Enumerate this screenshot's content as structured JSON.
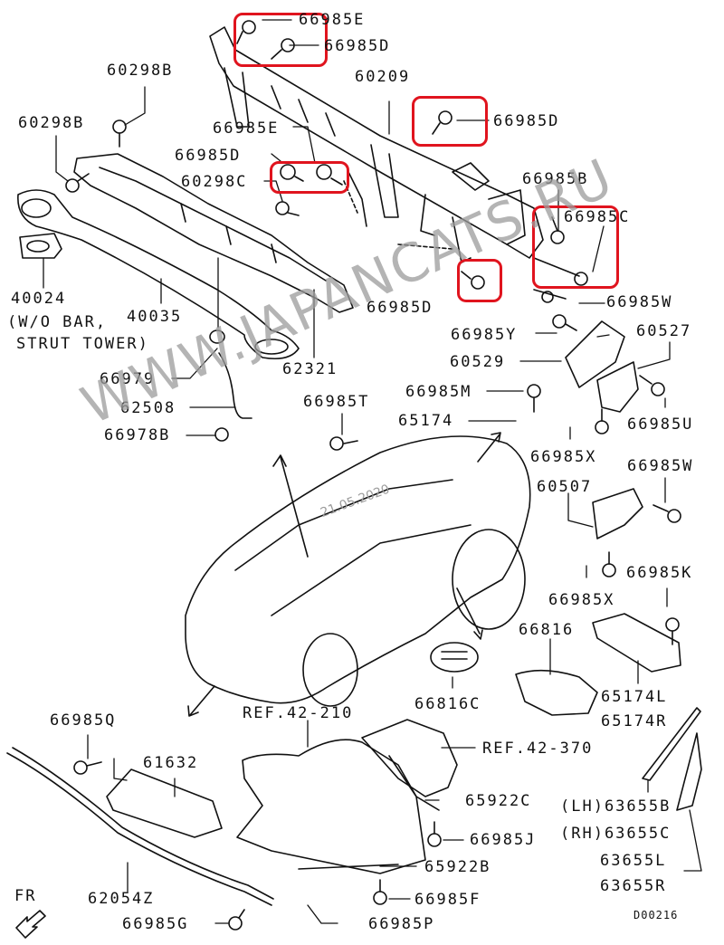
{
  "diagram": {
    "drawing_code": "D00216",
    "front_indicator": "FR",
    "watermark": "WWW.JAPANCATS.RU",
    "date_stamp": "21.05.2020",
    "highlight_color": "#e0141e",
    "line_color": "#111111"
  },
  "labels": {
    "l66985E_top": "66985E",
    "l66985D_top": "66985D",
    "l60298B_a": "60298B",
    "l60298B_b": "60298B",
    "l60209": "60209",
    "l66985E_mid": "66985E",
    "l66985D_mid": "66985D",
    "l60298C": "60298C",
    "l66985D_right": "66985D",
    "l66985B": "66985B",
    "l66985C": "66985C",
    "l40024": "40024",
    "l40024_note1": "(W/O BAR,",
    "l40024_note2": "STRUT TOWER)",
    "l40035": "40035",
    "l66985D_low": "66985D",
    "l66985W_a": "66985W",
    "l66985Y": "66985Y",
    "l60527": "60527",
    "l60529": "60529",
    "l62321": "62321",
    "l66979": "66979",
    "l62508": "62508",
    "l66978B": "66978B",
    "l66985T": "66985T",
    "l66985M": "66985M",
    "l65174": "65174",
    "l66985U": "66985U",
    "l66985X_a": "66985X",
    "l66985W_b": "66985W",
    "l60507": "60507",
    "l66985K": "66985K",
    "l66985X_b": "66985X",
    "l66816": "66816",
    "l66816C": "66816C",
    "l65174L": "65174L",
    "l65174R": "65174R",
    "l66985Q": "66985Q",
    "lREF42_210": "REF.42-210",
    "lREF42_370": "REF.42-370",
    "l61632": "61632",
    "l65922C": "65922C",
    "l63655B": "(LH)63655B",
    "l63655C": "(RH)63655C",
    "l63655L": "63655L",
    "l63655R": "63655R",
    "l66985J": "66985J",
    "l65922B": "65922B",
    "l66985F": "66985F",
    "l62054Z": "62054Z",
    "l66985G": "66985G",
    "l66985P": "66985P"
  }
}
